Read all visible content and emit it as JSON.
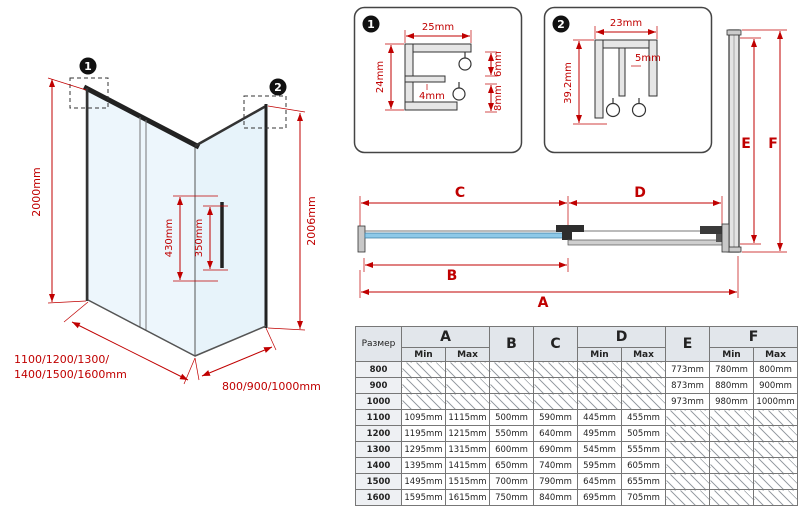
{
  "left_view": {
    "callout1": "1",
    "callout2": "2",
    "height_left": "2000mm",
    "height_right": "2006mm",
    "handle_height_outer": "430mm",
    "handle_height_inner": "350mm",
    "width_front_line1": "1100/1200/1300/",
    "width_front_line2": "1400/1500/1600mm",
    "width_side": "800/900/1000mm"
  },
  "detail1": {
    "badge": "1",
    "dim_top": "25mm",
    "dim_left": "24mm",
    "dim_mid": "4mm",
    "dim_right_top": "6mm",
    "dim_right_bottom": "8mm"
  },
  "detail2": {
    "badge": "2",
    "dim_top": "23mm",
    "dim_inner": "5mm",
    "dim_left": "39.2mm"
  },
  "top_view": {
    "label_a": "A",
    "label_b": "B",
    "label_c": "C",
    "label_d": "D",
    "label_e": "E",
    "label_f": "F"
  },
  "table": {
    "header": {
      "size": "Размер",
      "a": "A",
      "b": "B",
      "c": "C",
      "d": "D",
      "e": "E",
      "f": "F",
      "min": "Min",
      "max": "Max"
    },
    "rows": [
      {
        "size": "800",
        "e": "773mm",
        "f_min": "780mm",
        "f_max": "800mm"
      },
      {
        "size": "900",
        "e": "873mm",
        "f_min": "880mm",
        "f_max": "900mm"
      },
      {
        "size": "1000",
        "e": "973mm",
        "f_min": "980mm",
        "f_max": "1000mm"
      },
      {
        "size": "1100",
        "a_min": "1095mm",
        "a_max": "1115mm",
        "b": "500mm",
        "c": "590mm",
        "d_min": "445mm",
        "d_max": "455mm"
      },
      {
        "size": "1200",
        "a_min": "1195mm",
        "a_max": "1215mm",
        "b": "550mm",
        "c": "640mm",
        "d_min": "495mm",
        "d_max": "505mm"
      },
      {
        "size": "1300",
        "a_min": "1295mm",
        "a_max": "1315mm",
        "b": "600mm",
        "c": "690mm",
        "d_min": "545mm",
        "d_max": "555mm"
      },
      {
        "size": "1400",
        "a_min": "1395mm",
        "a_max": "1415mm",
        "b": "650mm",
        "c": "740mm",
        "d_min": "595mm",
        "d_max": "605mm"
      },
      {
        "size": "1500",
        "a_min": "1495mm",
        "a_max": "1515mm",
        "b": "700mm",
        "c": "790mm",
        "d_min": "645mm",
        "d_max": "655mm"
      },
      {
        "size": "1600",
        "a_min": "1595mm",
        "a_max": "1615mm",
        "b": "750mm",
        "c": "840mm",
        "d_min": "695mm",
        "d_max": "705mm"
      }
    ]
  },
  "colors": {
    "dimension": "#c00000",
    "glass": "#8ec9e8"
  }
}
